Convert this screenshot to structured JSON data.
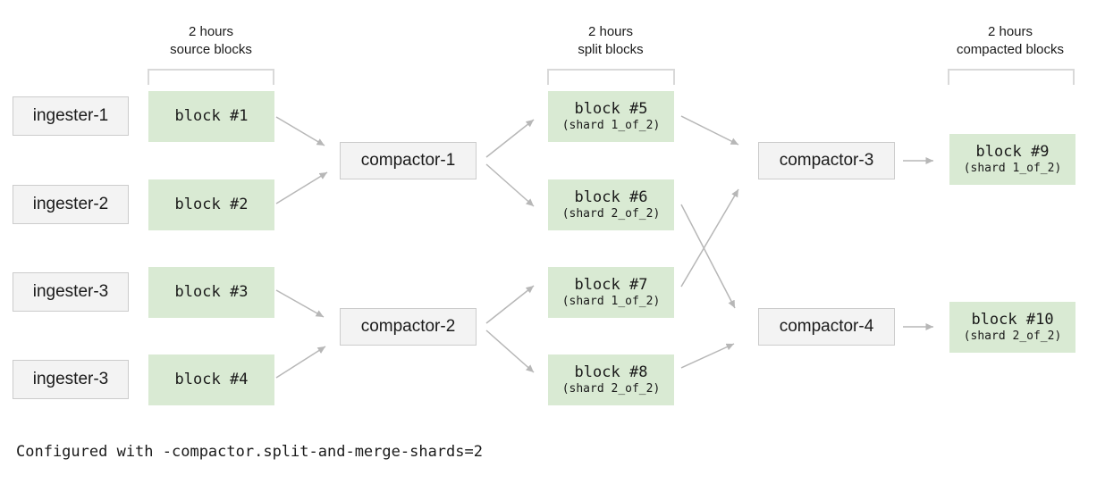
{
  "columns": {
    "source": {
      "header_line1": "2 hours",
      "header_line2": "source blocks"
    },
    "split": {
      "header_line1": "2 hours",
      "header_line2": "split blocks"
    },
    "compacted": {
      "header_line1": "2 hours",
      "header_line2": "compacted blocks"
    }
  },
  "ingesters": [
    {
      "label": "ingester-1"
    },
    {
      "label": "ingester-2"
    },
    {
      "label": "ingester-3"
    },
    {
      "label": "ingester-3"
    }
  ],
  "source_blocks": [
    {
      "label": "block #1"
    },
    {
      "label": "block #2"
    },
    {
      "label": "block #3"
    },
    {
      "label": "block #4"
    }
  ],
  "split_compactors": [
    {
      "label": "compactor-1"
    },
    {
      "label": "compactor-2"
    }
  ],
  "split_blocks": [
    {
      "label": "block #5",
      "shard": "(shard 1_of_2)"
    },
    {
      "label": "block #6",
      "shard": "(shard 2_of_2)"
    },
    {
      "label": "block #7",
      "shard": "(shard 1_of_2)"
    },
    {
      "label": "block #8",
      "shard": "(shard 2_of_2)"
    }
  ],
  "merge_compactors": [
    {
      "label": "compactor-3"
    },
    {
      "label": "compactor-4"
    }
  ],
  "compacted_blocks": [
    {
      "label": "block #9",
      "shard": "(shard 1_of_2)"
    },
    {
      "label": "block #10",
      "shard": "(shard 2_of_2)"
    }
  ],
  "footer": {
    "text": "Configured with -compactor.split-and-merge-shards=2"
  },
  "colors": {
    "block_fill": "#d9ead3",
    "node_fill": "#f3f3f3",
    "node_border": "#cccccc",
    "arrow": "#b7b7b7",
    "bracket": "#d9d9d9",
    "text": "#1a1a1a"
  }
}
